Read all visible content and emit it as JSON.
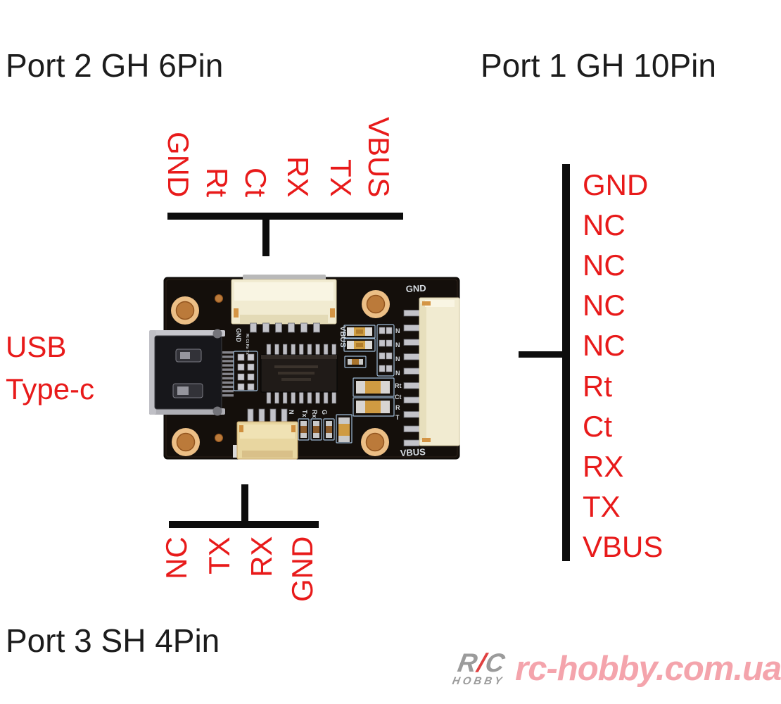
{
  "titles": {
    "port2": "Port 2 GH 6Pin",
    "port1": "Port 1 GH 10Pin",
    "port3": "Port 3 SH 4Pin"
  },
  "usb": {
    "line1": "USB",
    "line2": "Type-c"
  },
  "pins": {
    "top": [
      "GND",
      "Rt",
      "Ct",
      "RX",
      "TX",
      "VBUS"
    ],
    "right": [
      "GND",
      "NC",
      "NC",
      "NC",
      "NC",
      "Rt",
      "Ct",
      "RX",
      "TX",
      "VBUS"
    ],
    "bottom": [
      "NC",
      "TX",
      "RX",
      "GND"
    ]
  },
  "board": {
    "silkscreen": {
      "port1_top": "GND",
      "port1_bottom": "VBUS",
      "port1_pin_column": [
        "N",
        "N",
        "N",
        "N",
        "Rt",
        "Ct",
        "R",
        "T"
      ],
      "port2_right": "VBUS",
      "usb_area": "GND",
      "usb_pads": "Rt Ct Rx Tx",
      "port3_pin_row": [
        "N",
        "Tx",
        "Rx",
        "G"
      ]
    }
  },
  "watermark": {
    "logo_r": "R",
    "logo_slash": "/",
    "logo_c": "C",
    "logo_hobby": "HOBBY",
    "site": "rc-hobby.com.ua"
  },
  "colors": {
    "label_red": "#e81a1a",
    "title_black": "#1c1c1c",
    "line_black": "#0d0d0d",
    "board_black": "#140f0b",
    "pad_copper": "#bb7a3a",
    "pad_ring": "#ecbf86",
    "connector_cream": "#f1ebd1",
    "connector_tan": "#e8d6a0",
    "silkscreen_blue": "#9fbcd8",
    "watermark_pink": "#f4a4ac",
    "watermark_gray": "#9b9b9b"
  }
}
